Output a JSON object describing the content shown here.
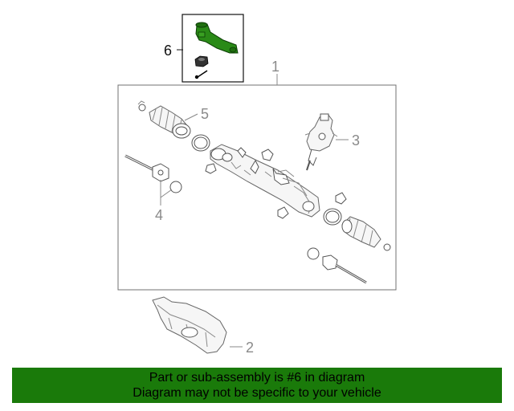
{
  "callouts": {
    "c1": "1",
    "c2": "2",
    "c3": "3",
    "c4": "4",
    "c5": "5",
    "c6": "6"
  },
  "highlight_color": "#1a7a0a",
  "banner": {
    "line1": "Part or sub-assembly is #6 in diagram",
    "line2": "Diagram may not be specific to your vehicle"
  }
}
